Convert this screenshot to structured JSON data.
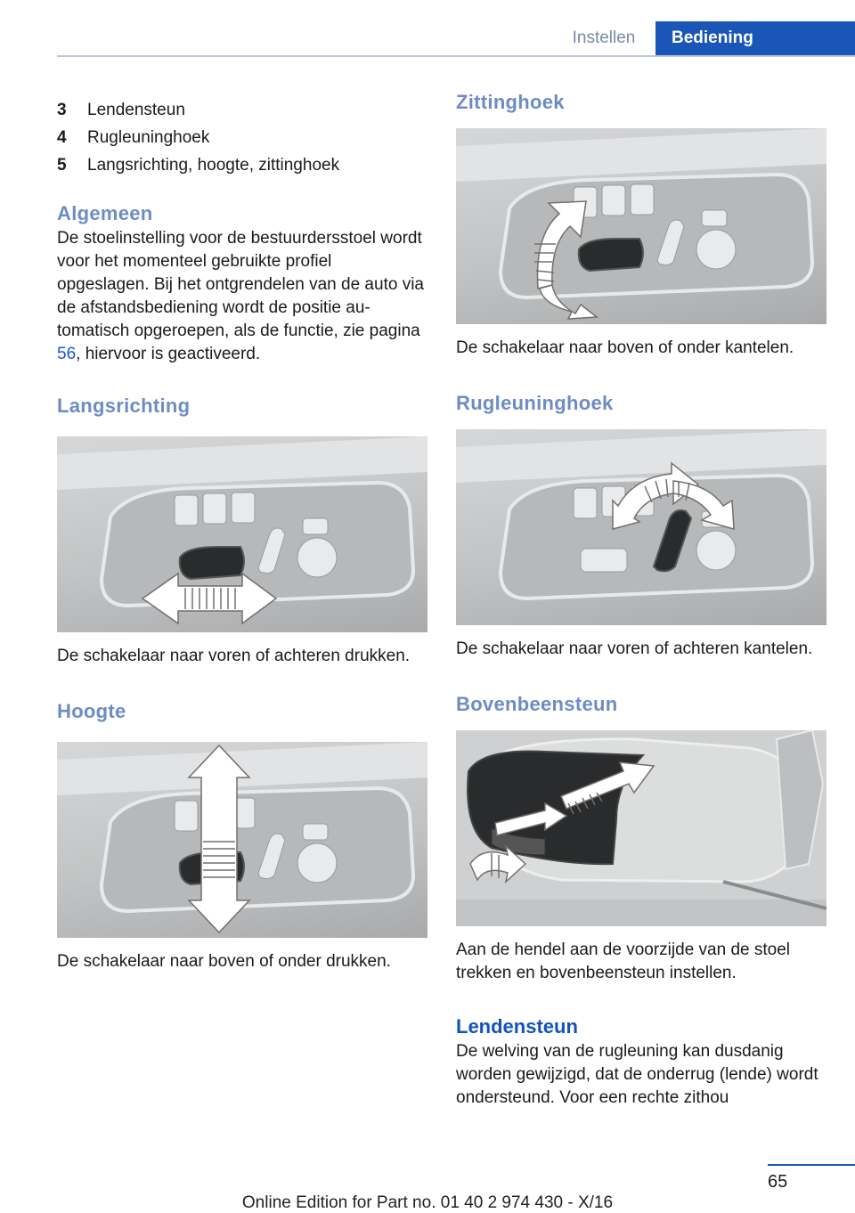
{
  "header": {
    "tab_inactive": "Instellen",
    "tab_active": "Bediening",
    "accent_color": "#1a55b8"
  },
  "list": [
    {
      "num": "3",
      "label": "Lendensteun"
    },
    {
      "num": "4",
      "label": "Rugleuninghoek"
    },
    {
      "num": "5",
      "label": "Langsrichting, hoogte, zittinghoek"
    }
  ],
  "algemeen": {
    "heading": "Algemeen",
    "text_before_link": "De stoelinstelling voor de bestuurdersstoel wordt voor het momenteel gebruikte profiel opgeslagen. Bij het ontgrendelen van de auto via de afstandsbediening wordt de positie au­tomatisch opgeroepen, als de functie, zie pa­gina ",
    "link": "56",
    "text_after_link": ", hiervoor is geactiveerd."
  },
  "langsrichting": {
    "heading": "Langsrichting",
    "caption": "De schakelaar naar voren of achteren drukken."
  },
  "hoogte": {
    "heading": "Hoogte",
    "caption": "De schakelaar naar boven of onder drukken."
  },
  "zittinghoek": {
    "heading": "Zittinghoek",
    "caption": "De schakelaar naar boven of onder kantelen."
  },
  "rugleuninghoek": {
    "heading": "Rugleuninghoek",
    "caption": "De schakelaar naar voren of achteren kantelen."
  },
  "bovenbeensteun": {
    "heading": "Bovenbeensteun",
    "caption": "Aan de hendel aan de voorzijde van de stoel trekken en bovenbeensteun instellen."
  },
  "lendensteun": {
    "heading": "Lendensteun",
    "text": "De welving van de rugleuning kan dusdanig worden gewijzigd, dat de onderrug (lende) wordt ondersteund. Voor een rechte zithou­"
  },
  "footer": {
    "page_number": "65",
    "edition": "Online Edition for Part no. 01 40 2 974 430 - X/16"
  }
}
